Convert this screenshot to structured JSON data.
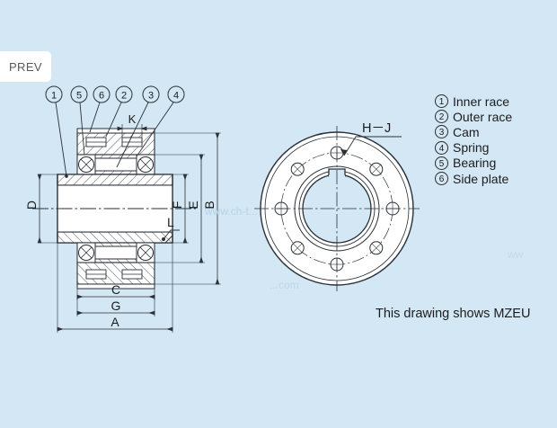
{
  "nav": {
    "prev_label": "PREV"
  },
  "legend": {
    "items": [
      {
        "num": "1",
        "label": "Inner race"
      },
      {
        "num": "2",
        "label": "Outer race"
      },
      {
        "num": "3",
        "label": "Cam"
      },
      {
        "num": "4",
        "label": "Spring"
      },
      {
        "num": "5",
        "label": "Bearing"
      },
      {
        "num": "6",
        "label": "Side plate"
      }
    ]
  },
  "caption": {
    "text": "This drawing shows MZEU"
  },
  "watermark": {
    "text1": "www.ch-t...",
    "text2": "...com",
    "text3": "ww"
  },
  "section_view": {
    "callouts": [
      "1",
      "5",
      "6",
      "2",
      "3",
      "4"
    ],
    "dimensions": {
      "left": [
        "D"
      ],
      "right": [
        "F",
        "E",
        "B"
      ],
      "bottom": [
        "C",
        "G",
        "A"
      ],
      "detail": [
        "K",
        "L"
      ]
    }
  },
  "front_view": {
    "label": "H－J",
    "bolt_hole_count": 8,
    "has_keyway": true
  },
  "colors": {
    "background": "#d3e7f5",
    "line": "#2a3138",
    "fill": "#ffffff",
    "text": "#1c1c1c",
    "button_bg": "#ffffff",
    "button_text": "#58595b"
  }
}
